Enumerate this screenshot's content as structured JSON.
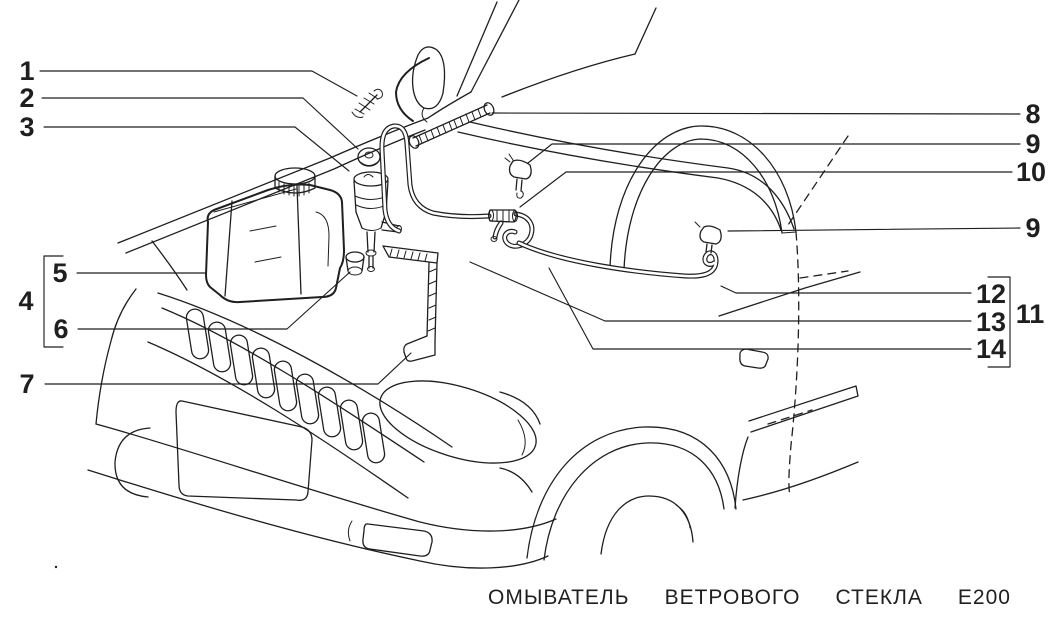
{
  "colors": {
    "ink": "#1f1f1f",
    "paper": "#ffffff"
  },
  "caption": {
    "words": [
      "ОМЫВАТЕЛЬ",
      "ВЕТРОВОГО",
      "СТЕКЛА",
      "Е200"
    ]
  },
  "callouts": {
    "c1": "1",
    "c2": "2",
    "c3": "3",
    "c4": "4",
    "c5": "5",
    "c6": "6",
    "c7": "7",
    "c8": "8",
    "c9a": "9",
    "c9b": "9",
    "c10": "10",
    "c11": "11",
    "c12": "12",
    "c13": "13",
    "c14": "14"
  }
}
